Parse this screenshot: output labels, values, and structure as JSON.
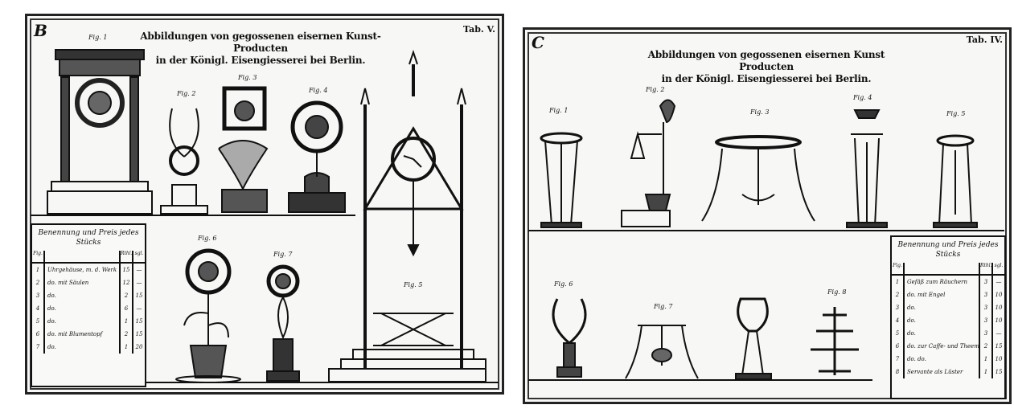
{
  "left_plate": {
    "corner_mark": "B",
    "tab": "Tab. V.",
    "title_line1": "Abbildungen von gegossenen eisernen Kunst-Producten",
    "title_line2": "in der Königl. Eisengiesserei bei Berlin.",
    "figures": [
      "Fig. 1",
      "Fig. 2",
      "Fig. 3",
      "Fig. 4",
      "Fig. 5",
      "Fig. 6",
      "Fig. 7"
    ],
    "table": {
      "heading": "Benennung und Preis jedes Stücks",
      "columns": [
        "Fig.",
        "",
        "Rthl.",
        "sgl."
      ],
      "rows": [
        [
          "1",
          "Uhrgehäuse, m. d. Werk",
          "15",
          "—"
        ],
        [
          "2",
          "do. mit Säulen",
          "12",
          "—"
        ],
        [
          "3",
          "do.",
          "2",
          "15"
        ],
        [
          "4",
          "do.",
          "6",
          "—"
        ],
        [
          "5",
          "do.",
          "1",
          "15"
        ],
        [
          "6",
          "do. mit Blumentopf",
          "2",
          "15"
        ],
        [
          "7",
          "do.",
          "1",
          "20"
        ]
      ]
    }
  },
  "right_plate": {
    "corner_mark": "C",
    "tab": "Tab. IV.",
    "title_line1": "Abbildungen von gegossenen eisernen Kunst Producten",
    "title_line2": "in der Königl. Eisengiesserei bei Berlin.",
    "figures": [
      "Fig. 1",
      "Fig. 2",
      "Fig. 3",
      "Fig. 4",
      "Fig. 5",
      "Fig. 6",
      "Fig. 7",
      "Fig. 8"
    ],
    "table": {
      "heading": "Benennung und Preis jedes Stücks",
      "columns": [
        "Fig.",
        "",
        "Rthl.",
        "sgl."
      ],
      "rows": [
        [
          "1",
          "Gefäß zum Räuchern",
          "3",
          "—"
        ],
        [
          "2",
          "do. mit Engel",
          "3",
          "10"
        ],
        [
          "3",
          "do.",
          "3",
          "10"
        ],
        [
          "4",
          "do.",
          "3",
          "10"
        ],
        [
          "5",
          "do.",
          "3",
          "—"
        ],
        [
          "6",
          "do. zur Caffe- und Theemaschine",
          "2",
          "15"
        ],
        [
          "7",
          "do. do.",
          "1",
          "10"
        ],
        [
          "8",
          "Servante als Lüster",
          "1",
          "15"
        ]
      ]
    }
  }
}
